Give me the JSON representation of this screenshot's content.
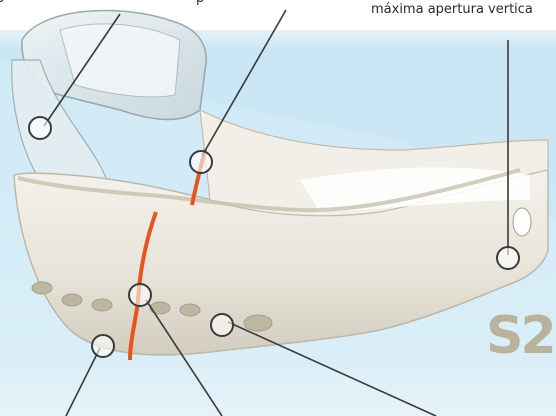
{
  "captions": {
    "top_left": "p",
    "top_middle": "p",
    "top_right": "máxima apertura vertica"
  },
  "brand": {
    "text": "S2"
  },
  "colors": {
    "background_top": "#ffffff",
    "background_blue": "#cfe9f6",
    "guard_body": "#ece9e0",
    "guard_shadow": "#cfcbbd",
    "clear_layer": "#dde8ec",
    "orange_seam": "#e8541d",
    "brand": "#b9b39d",
    "callout_line": "#3a3a3a"
  },
  "icons": [
    "callout-circle-icon"
  ]
}
